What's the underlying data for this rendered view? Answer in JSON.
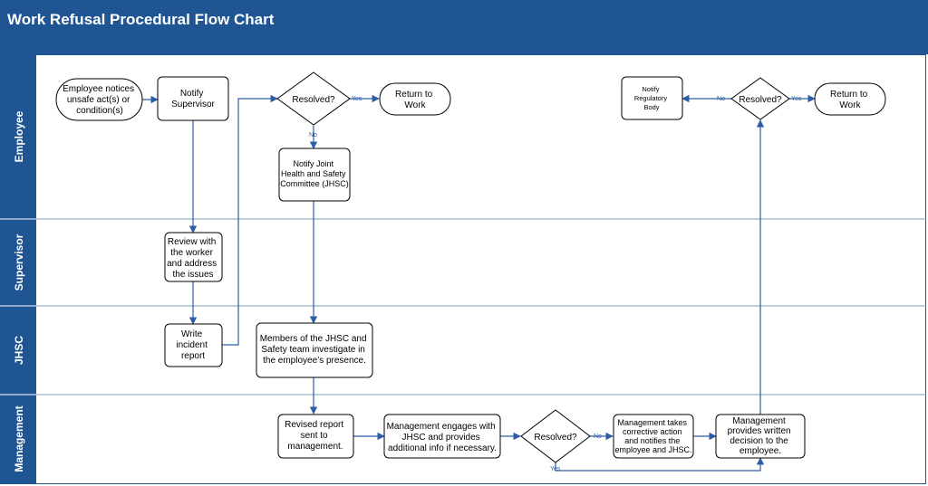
{
  "title": "Work Refusal Procedural Flow Chart",
  "colors": {
    "header": "#1F5592",
    "lane_band": "#1F5592",
    "lane_divider": "#7F9DB9",
    "connector": "#2E5DA8",
    "node_border": "#000000"
  },
  "lanes": [
    "Employee",
    "Supervisor",
    "JHSC",
    "Management"
  ],
  "nodes": {
    "employee_notices": [
      "Employee notices",
      "unsafe act(s) or",
      "condition(s)"
    ],
    "notify_supervisor": [
      "Notify",
      "Supervisor"
    ],
    "resolved_1": [
      "Resolved?"
    ],
    "return_to_work_1": [
      "Return to",
      "Work"
    ],
    "notify_jhsc": [
      "Notify Joint",
      "Health and Safety",
      "Committee (JHSC)"
    ],
    "notify_regulatory": [
      "Notify",
      "Regulatory",
      "Body"
    ],
    "resolved_3": [
      "Resolved?"
    ],
    "return_to_work_2": [
      "Return to",
      "Work"
    ],
    "review_with_worker": [
      "Review with",
      "the worker",
      "and address",
      "the issues"
    ],
    "write_incident": [
      "Write",
      "incident",
      "report"
    ],
    "jhsc_investigate": [
      "Members of the JHSC and",
      "Safety team investigate in",
      "the employee’s presence."
    ],
    "revised_report": [
      "Revised report",
      "sent to",
      "management."
    ],
    "management_engages": [
      "Management engages with",
      "JHSC and provides",
      "additional info if necessary."
    ],
    "resolved_2": [
      "Resolved?"
    ],
    "corrective_action": [
      "Management takes",
      "corrective action",
      "and notifies the",
      "employee and JHSC."
    ],
    "written_decision": [
      "Management",
      "provides written",
      "decision to the",
      "employee."
    ]
  },
  "labels": {
    "yes": "Yes",
    "no": "No"
  }
}
